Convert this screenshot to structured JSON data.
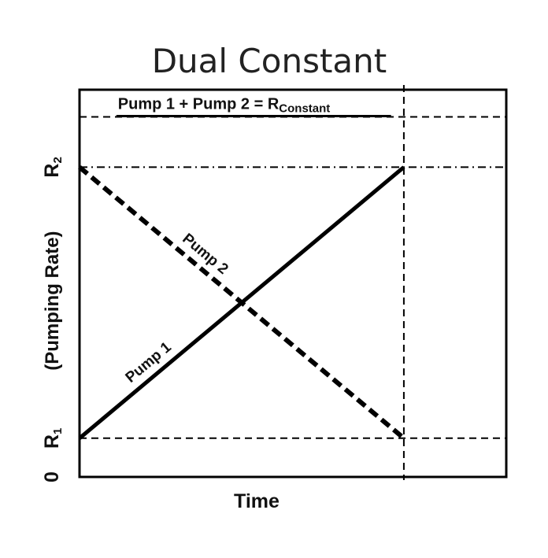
{
  "chart_data": {
    "type": "line",
    "title": "Dual Constant",
    "xlabel": "Time",
    "ylabel": "(Pumping Rate)",
    "xlim": [
      0,
      1
    ],
    "ylim": [
      0,
      1
    ],
    "grid": false,
    "y_ticks": [
      {
        "value": 0,
        "label": "0",
        "sub": ""
      },
      {
        "value": 0.1,
        "label": "R",
        "sub": "1"
      },
      {
        "value": 0.8,
        "label": "R",
        "sub": "2"
      }
    ],
    "series": [
      {
        "name": "Pump 1",
        "style": "solid",
        "color": "#000000",
        "x": [
          0,
          0.76
        ],
        "y": [
          0.1,
          0.8
        ]
      },
      {
        "name": "Pump 2",
        "style": "dashed",
        "color": "#000000",
        "x": [
          0,
          0.76
        ],
        "y": [
          0.8,
          0.1
        ]
      }
    ],
    "reference_lines": [
      {
        "orientation": "horizontal",
        "value": 0.93,
        "style": "dashed"
      },
      {
        "orientation": "horizontal",
        "value": 0.8,
        "style": "dashdot"
      },
      {
        "orientation": "horizontal",
        "value": 0.1,
        "style": "dashed"
      },
      {
        "orientation": "vertical",
        "value": 0.76,
        "style": "dashed"
      }
    ],
    "annotation": {
      "main": "Pump 1 + Pump 2 = R",
      "sub": "Constant",
      "y": 0.93,
      "x_start": 0.09,
      "x_end": 0.73
    }
  }
}
